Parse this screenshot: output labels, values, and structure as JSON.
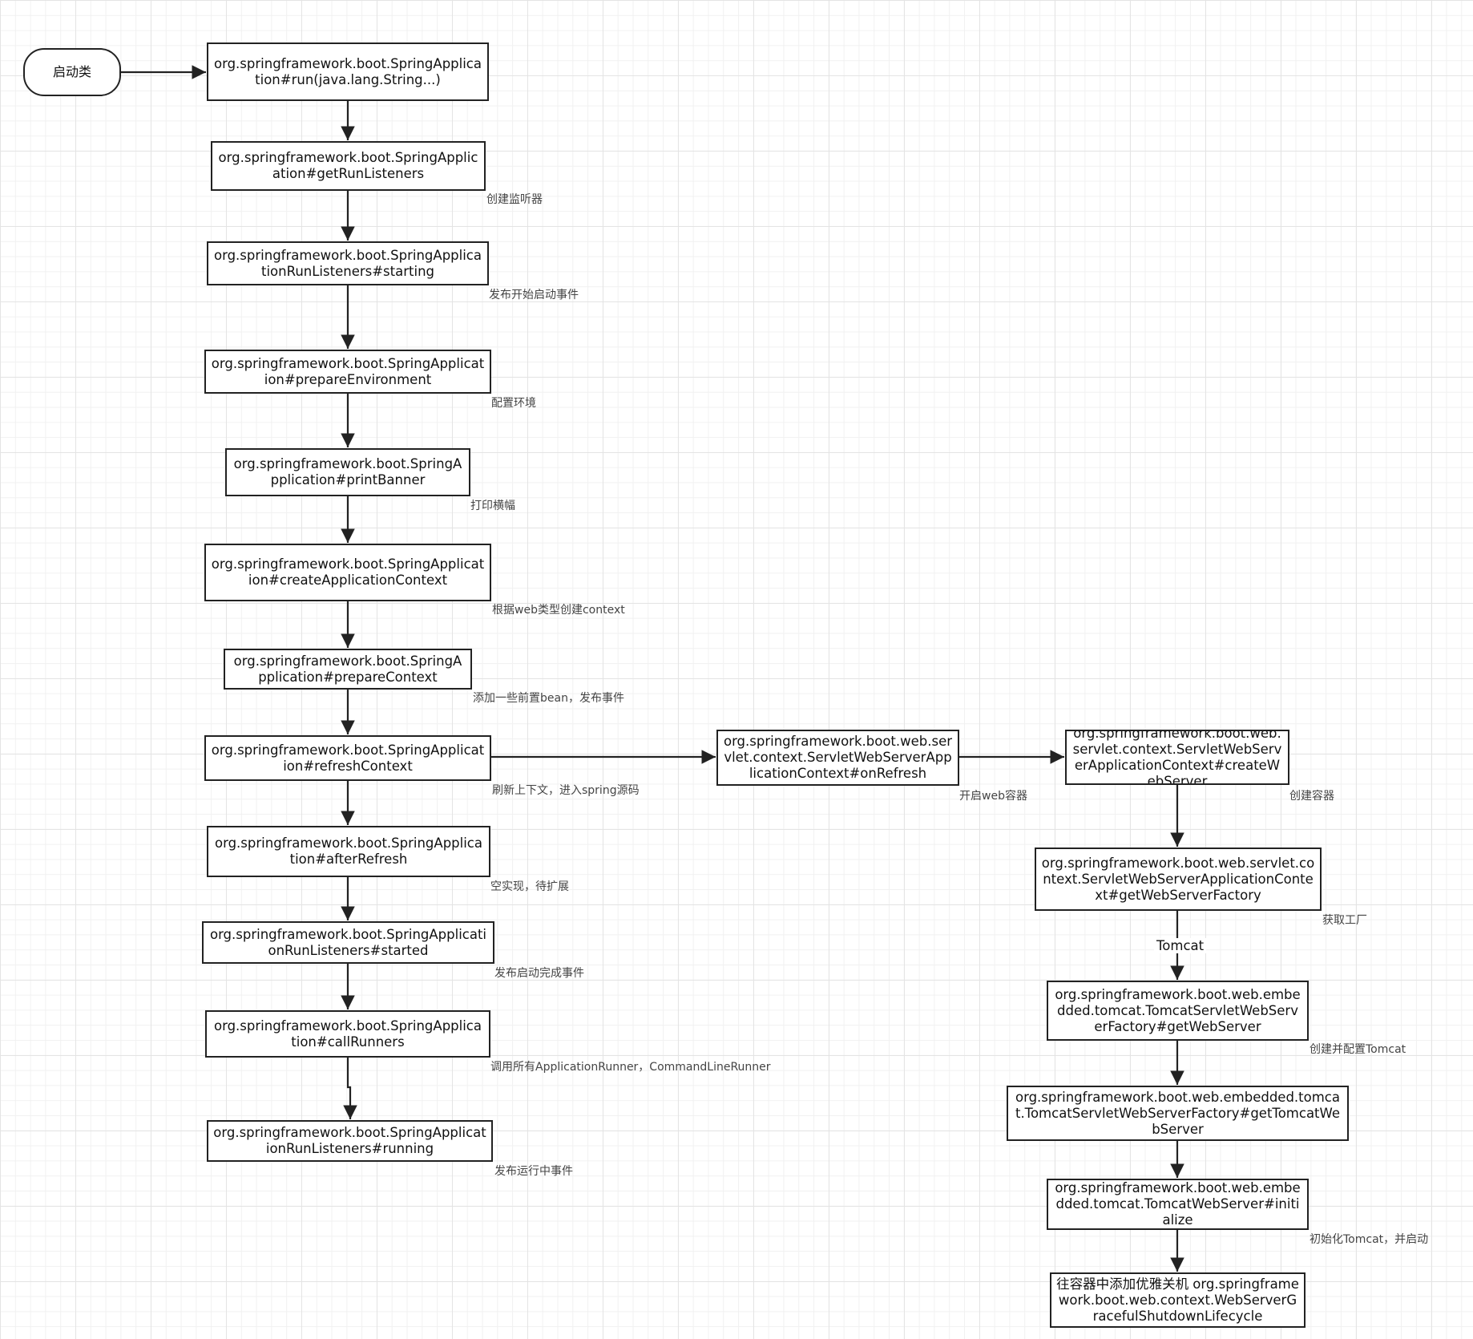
{
  "start": {
    "label": "启动类"
  },
  "left_chain": [
    {
      "text": "org.springframework.boot.SpringApplication#run(java.lang.String...)",
      "note": ""
    },
    {
      "text": "org.springframework.boot.SpringApplication#getRunListeners",
      "note": "创建监听器"
    },
    {
      "text": "org.springframework.boot.SpringApplicationRunListeners#starting",
      "note": "发布开始启动事件"
    },
    {
      "text": "org.springframework.boot.SpringApplication#prepareEnvironment",
      "note": "配置环境"
    },
    {
      "text": "org.springframework.boot.SpringApplication#printBanner",
      "note": "打印横幅"
    },
    {
      "text": "org.springframework.boot.SpringApplication#createApplicationContext",
      "note": "根据web类型创建context"
    },
    {
      "text": "org.springframework.boot.SpringApplication#prepareContext",
      "note": "添加一些前置bean，发布事件"
    },
    {
      "text": "org.springframework.boot.SpringApplication#refreshContext",
      "note": "刷新上下文，进入spring源码"
    },
    {
      "text": "org.springframework.boot.SpringApplication#afterRefresh",
      "note": "空实现，待扩展"
    },
    {
      "text": "org.springframework.boot.SpringApplicationRunListeners#started",
      "note": "发布启动完成事件"
    },
    {
      "text": "org.springframework.boot.SpringApplication#callRunners",
      "note": "调用所有ApplicationRunner，CommandLineRunner"
    },
    {
      "text": "org.springframework.boot.SpringApplicationRunListeners#running",
      "note": "发布运行中事件"
    }
  ],
  "middle": {
    "text": "org.springframework.boot.web.servlet.context.ServletWebServerApplicationContext#onRefresh",
    "note": "开启web容器"
  },
  "right_chain": [
    {
      "text": "org.springframework.boot.web.servlet.context.ServletWebServerApplicationContext#createWebServer",
      "note": "创建容器"
    },
    {
      "text": "org.springframework.boot.web.servlet.context.ServletWebServerApplicationContext#getWebServerFactory",
      "note": "获取工厂"
    },
    {
      "text": "org.springframework.boot.web.embedded.tomcat.TomcatServletWebServerFactory#getWebServer",
      "note": "创建并配置Tomcat"
    },
    {
      "text": "org.springframework.boot.web.embedded.tomcat.TomcatServletWebServerFactory#getTomcatWebServer",
      "note": ""
    },
    {
      "text": "org.springframework.boot.web.embedded.tomcat.TomcatWebServer#initialize",
      "note": "初始化Tomcat，并启动"
    },
    {
      "text": "往容器中添加优雅关机 org.springframework.boot.web.context.WebServerGracefulShutdownLifecycle",
      "note": ""
    }
  ],
  "edge_labels": {
    "tomcat": "Tomcat"
  }
}
